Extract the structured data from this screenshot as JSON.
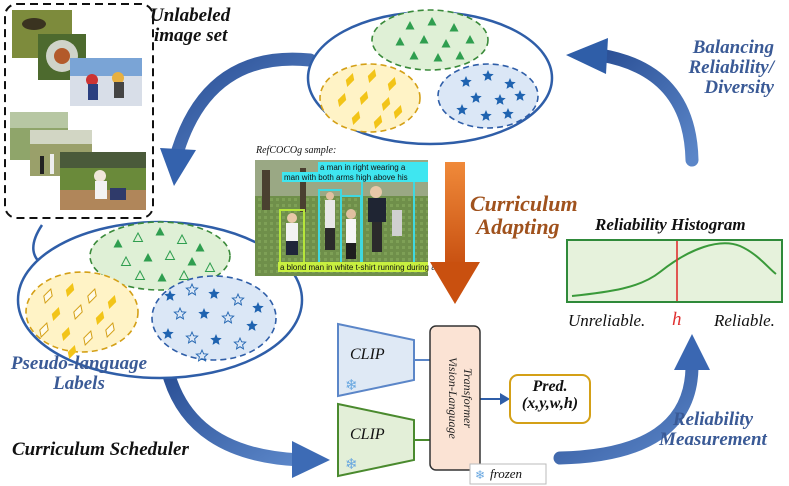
{
  "labels": {
    "unlabeled": [
      "Unlabeled",
      "image set"
    ],
    "balancing": [
      "Balancing",
      "Reliability/",
      "Diversity"
    ],
    "refcoco_sample": "RefCOCOg sample:",
    "curriculum_adapting": [
      "Curriculum",
      "Adapting"
    ],
    "histogram_title": "Reliability Histogram",
    "unreliable": "Unreliable.",
    "threshold": "h",
    "reliable": "Reliable.",
    "pseudo_language": [
      "Pseudo-language",
      "Labels"
    ],
    "curriculum_scheduler": "Curriculum Scheduler",
    "reliability_measurement": [
      "Reliability",
      "Measurement"
    ],
    "clip_top": "CLIP",
    "clip_bottom": "CLIP",
    "vlt": [
      "Vision-Language",
      "Transformer"
    ],
    "pred": [
      "Pred.",
      "(x,y,w,h)"
    ],
    "frozen": "frozen"
  },
  "captions": {
    "top": "a man in right wearing a",
    "mid": "man with both arms high above his",
    "bottom": "a blond man in white t-shirt running during a fr"
  },
  "colors": {
    "green": "#2f9e4f",
    "yellow": "#f2c418",
    "blue": "#1f63b0",
    "arrow_blue": "#2f5ea8",
    "orange": "#d8601a",
    "clip_blue_fill": "#dfe9f5",
    "clip_green_fill": "#e3efd8",
    "vlt_fill": "#fbe3d4",
    "pred_border": "#d4a017",
    "hist_fill": "#e6f2dc",
    "hist_line": "#3a9a3a",
    "threshold_line": "#e03030"
  }
}
